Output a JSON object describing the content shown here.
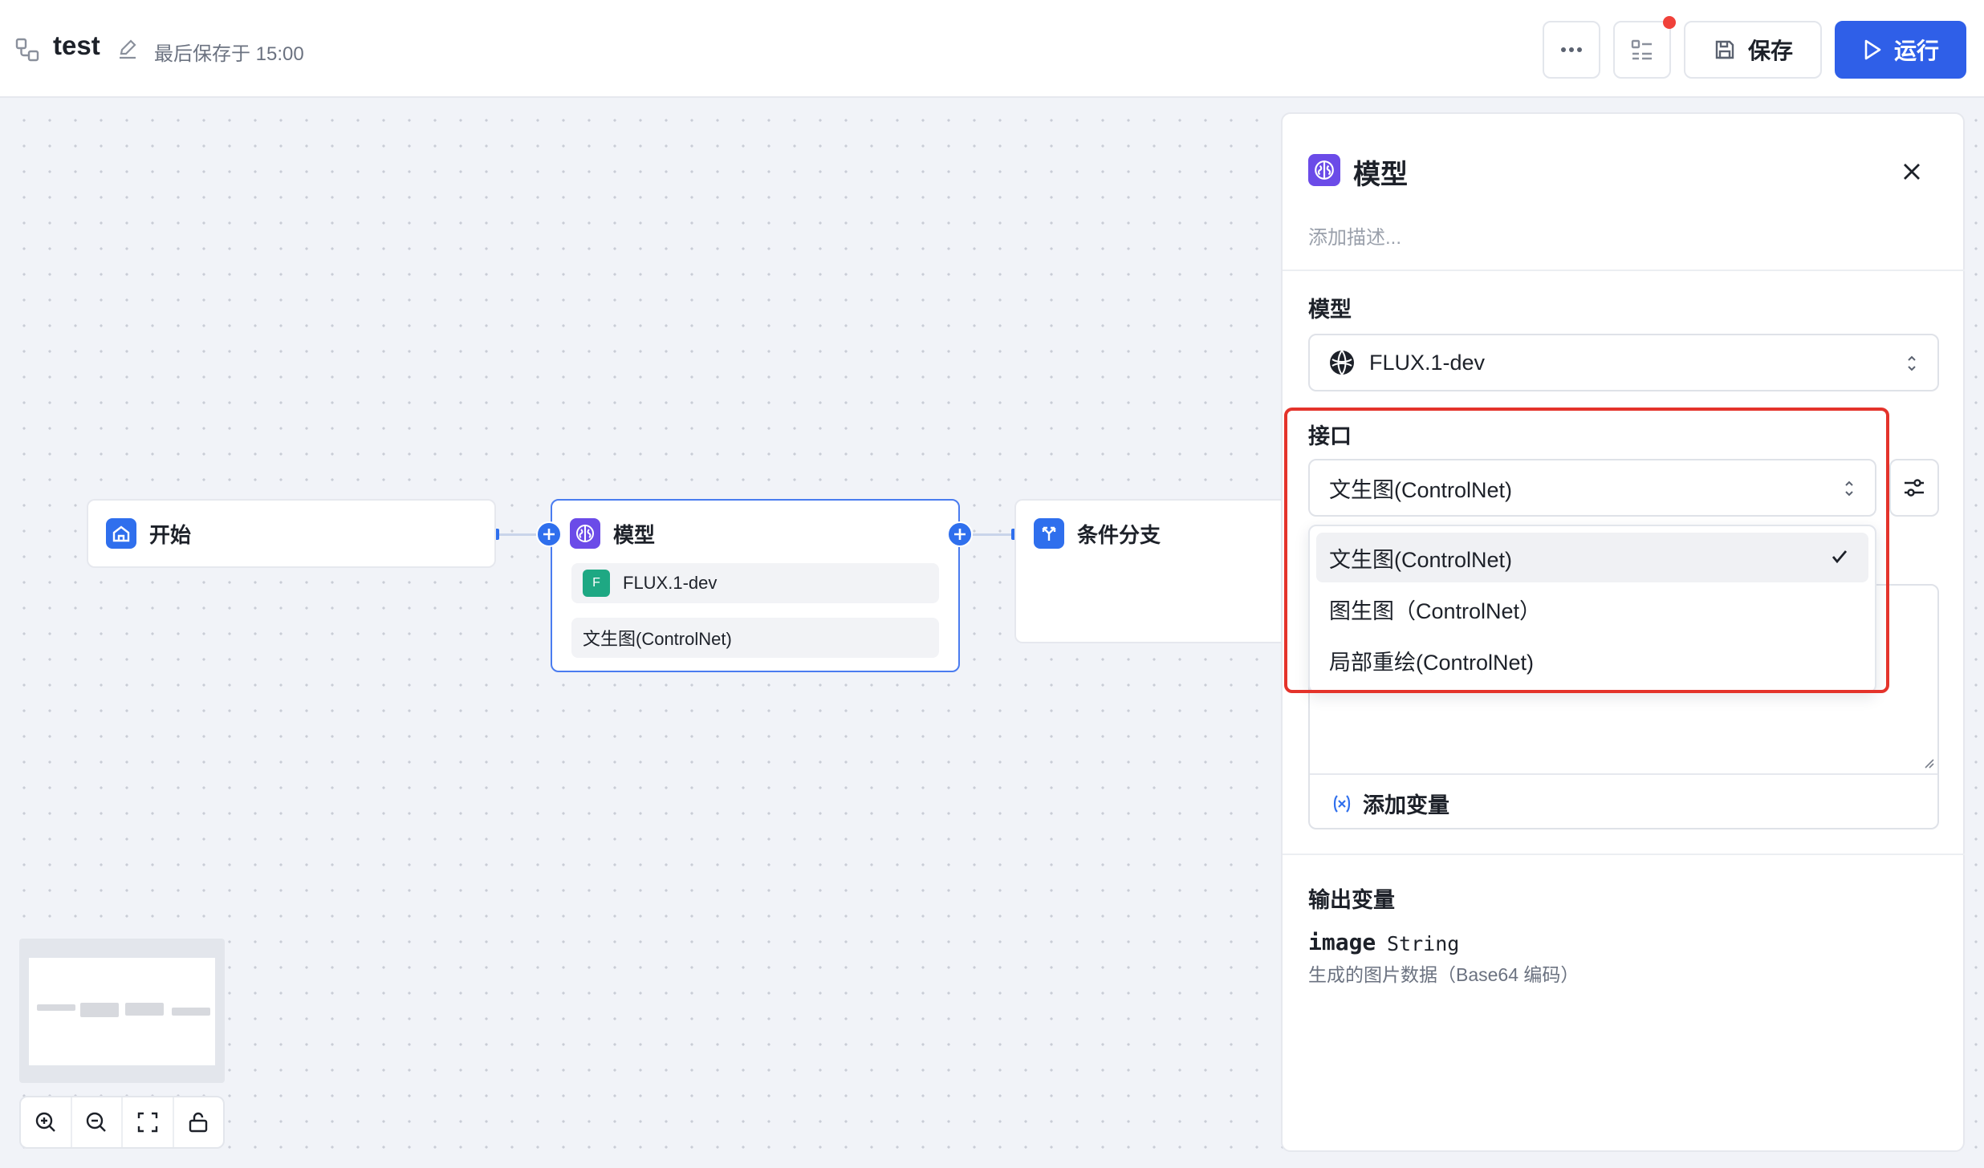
{
  "header": {
    "title": "test",
    "saved_text": "最后保存于 15:00",
    "more_label": "···",
    "save_label": "保存",
    "run_label": "运行"
  },
  "canvas": {
    "nodes": {
      "start": {
        "title": "开始"
      },
      "model": {
        "title": "模型",
        "model_name": "FLUX.1-dev",
        "model_badge": "F",
        "interface": "文生图(ControlNet)"
      },
      "branch": {
        "title": "条件分支"
      }
    }
  },
  "panel": {
    "title": "模型",
    "description_placeholder": "添加描述...",
    "model_label": "模型",
    "model_value": "FLUX.1-dev",
    "interface_label": "接口",
    "interface_value": "文生图(ControlNet)",
    "interface_options": [
      {
        "label": "文生图(ControlNet)",
        "selected": true
      },
      {
        "label": "图生图（ControlNet）",
        "selected": false
      },
      {
        "label": "局部重绘(ControlNet)",
        "selected": false
      }
    ],
    "add_variable_label": "添加变量",
    "output_label": "输出变量",
    "output_var_name": "image",
    "output_var_type": "String",
    "output_var_desc": "生成的图片数据（Base64 编码）"
  },
  "colors": {
    "accent": "#2f5fe8",
    "node_icon_blue": "#2f6fed",
    "node_icon_purple": "#6b4be8",
    "highlight": "#e4332b",
    "notify_dot": "#f0413a"
  }
}
